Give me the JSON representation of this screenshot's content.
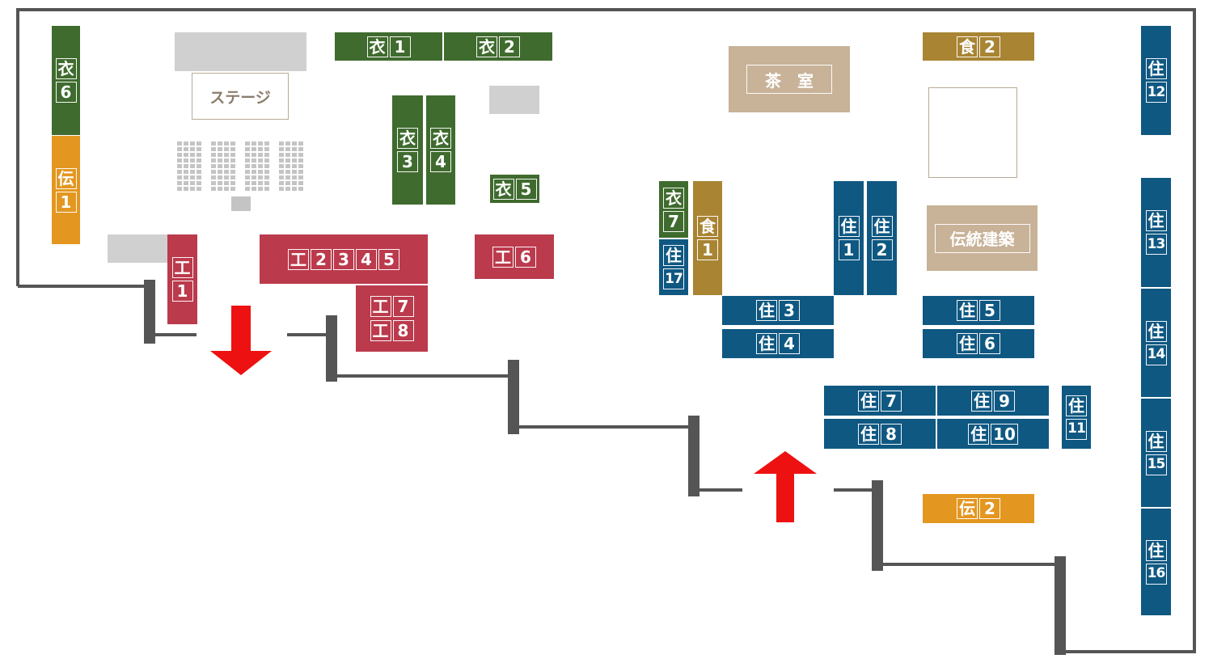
{
  "labels": {
    "stage": "ステージ",
    "tea_room": "茶　室",
    "traditional_architecture": "伝統建築"
  },
  "booths": {
    "clothing": [
      {
        "cat": "衣",
        "num": "1"
      },
      {
        "cat": "衣",
        "num": "2"
      },
      {
        "cat": "衣",
        "num": "3"
      },
      {
        "cat": "衣",
        "num": "4"
      },
      {
        "cat": "衣",
        "num": "5"
      },
      {
        "cat": "衣",
        "num": "6"
      },
      {
        "cat": "衣",
        "num": "7"
      }
    ],
    "craft": [
      {
        "cat": "工",
        "num": "1"
      },
      {
        "cat": "工",
        "nums": [
          "2",
          "3",
          "4",
          "5"
        ]
      },
      {
        "cat": "工",
        "num": "6"
      },
      {
        "cat": "工",
        "num": "7"
      },
      {
        "cat": "工",
        "num": "8"
      }
    ],
    "food": [
      {
        "cat": "食",
        "num": "1"
      },
      {
        "cat": "食",
        "num": "2"
      }
    ],
    "tradition": [
      {
        "cat": "伝",
        "num": "1"
      },
      {
        "cat": "伝",
        "num": "2"
      }
    ],
    "housing": [
      {
        "cat": "住",
        "num": "1"
      },
      {
        "cat": "住",
        "num": "2"
      },
      {
        "cat": "住",
        "num": "3"
      },
      {
        "cat": "住",
        "num": "4"
      },
      {
        "cat": "住",
        "num": "5"
      },
      {
        "cat": "住",
        "num": "6"
      },
      {
        "cat": "住",
        "num": "7"
      },
      {
        "cat": "住",
        "num": "8"
      },
      {
        "cat": "住",
        "num": "9"
      },
      {
        "cat": "住",
        "num": "10"
      },
      {
        "cat": "住",
        "num": "11"
      },
      {
        "cat": "住",
        "num": "12"
      },
      {
        "cat": "住",
        "num": "13"
      },
      {
        "cat": "住",
        "num": "14"
      },
      {
        "cat": "住",
        "num": "15"
      },
      {
        "cat": "住",
        "num": "16"
      },
      {
        "cat": "住",
        "num": "17"
      }
    ]
  },
  "colors": {
    "clothing": "#3f6b2e",
    "craft": "#bb3a4c",
    "housing": "#0f5882",
    "food": "#a88433",
    "tradition": "#e39720",
    "facility": "#c8b298",
    "wall": "#555555",
    "arrow": "#ee1111"
  },
  "arrows": [
    {
      "name": "exit",
      "direction": "down"
    },
    {
      "name": "entrance",
      "direction": "up"
    }
  ]
}
